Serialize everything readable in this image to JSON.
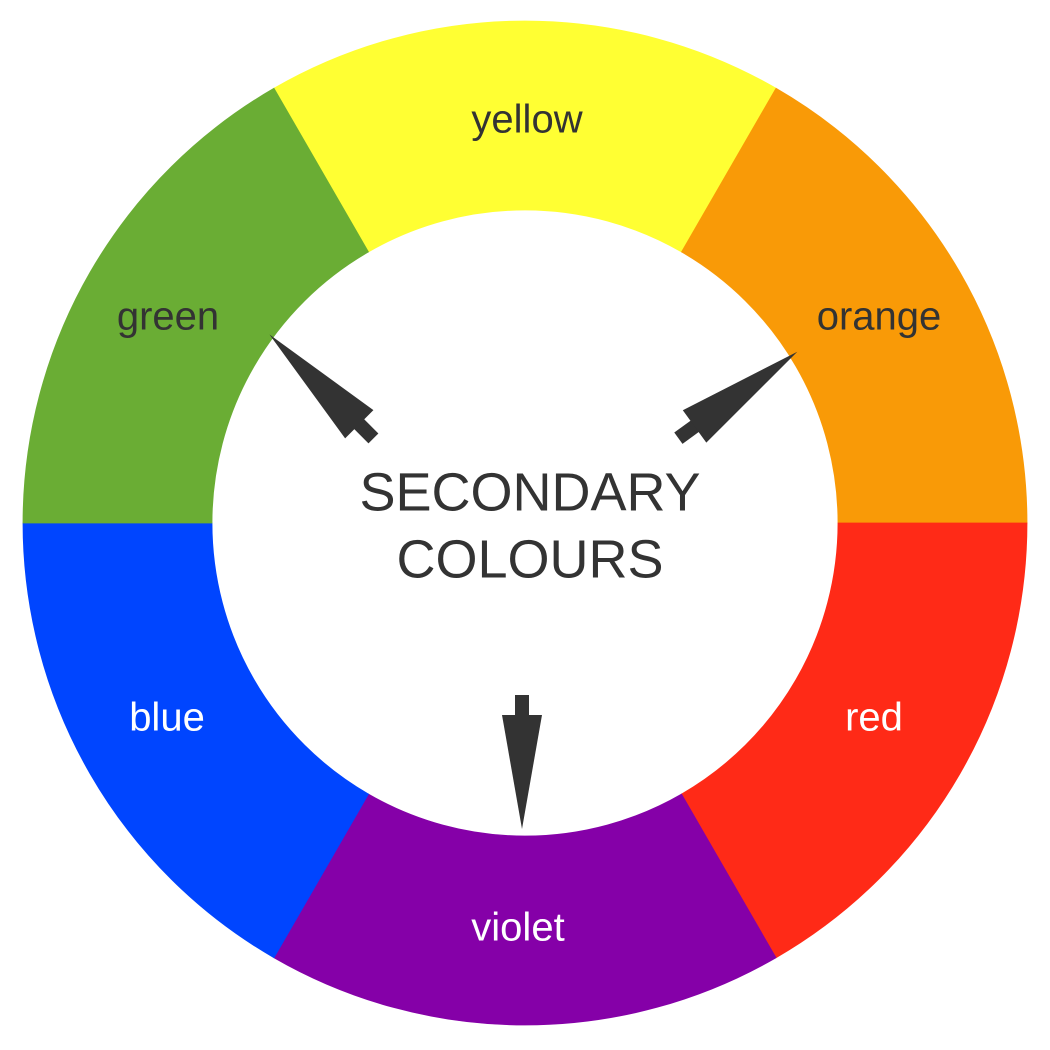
{
  "wheel": {
    "segments": [
      {
        "name": "yellow",
        "label": "yellow",
        "color": "#FFFF33",
        "text_color": "#333333"
      },
      {
        "name": "orange",
        "label": "orange",
        "color": "#F99A07",
        "text_color": "#333333"
      },
      {
        "name": "red",
        "label": "red",
        "color": "#FF2A17",
        "text_color": "#FFFFFF"
      },
      {
        "name": "violet",
        "label": "violet",
        "color": "#8500A8",
        "text_color": "#FFFFFF"
      },
      {
        "name": "blue",
        "label": "blue",
        "color": "#0045FF",
        "text_color": "#FFFFFF"
      },
      {
        "name": "green",
        "label": "green",
        "color": "#6AAD34",
        "text_color": "#333333"
      }
    ],
    "center": {
      "line1": "SECONDARY",
      "line2": "COLOURS"
    },
    "arrow_targets": [
      "green",
      "orange",
      "violet"
    ],
    "arrow_color": "#333333"
  }
}
